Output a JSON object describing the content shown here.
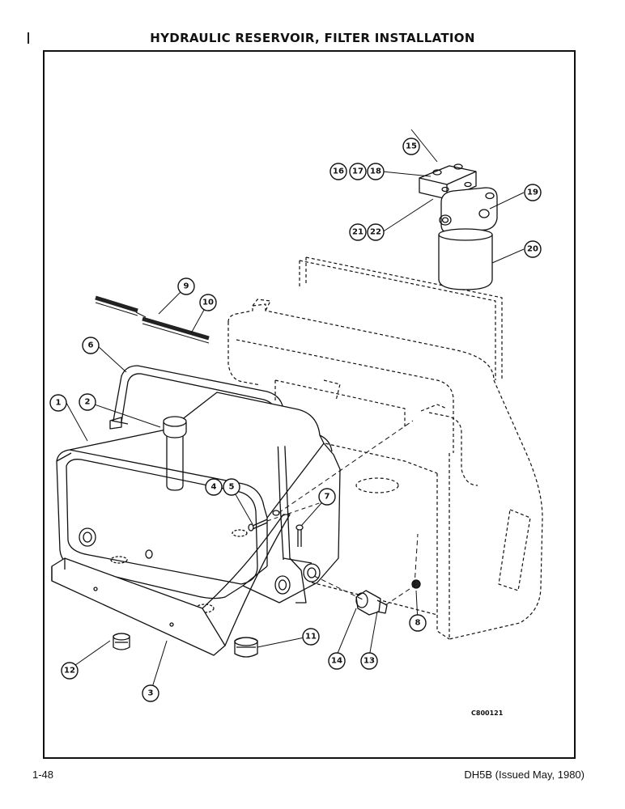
{
  "page": {
    "title": "HYDRAULIC RESERVOIR, FILTER INSTALLATION",
    "page_number": "1-48",
    "edition": "DH5B (Issued May, 1980)",
    "drawing_code": "C800121"
  },
  "callouts": [
    "1",
    "2",
    "3",
    "4",
    "5",
    "6",
    "7",
    "8",
    "9",
    "10",
    "11",
    "12",
    "13",
    "14",
    "15",
    "16",
    "17",
    "18",
    "19",
    "20",
    "21",
    "22"
  ],
  "colors": {
    "ink": "#111111",
    "paper": "#ffffff",
    "fill_light": "#f2f2f2"
  }
}
